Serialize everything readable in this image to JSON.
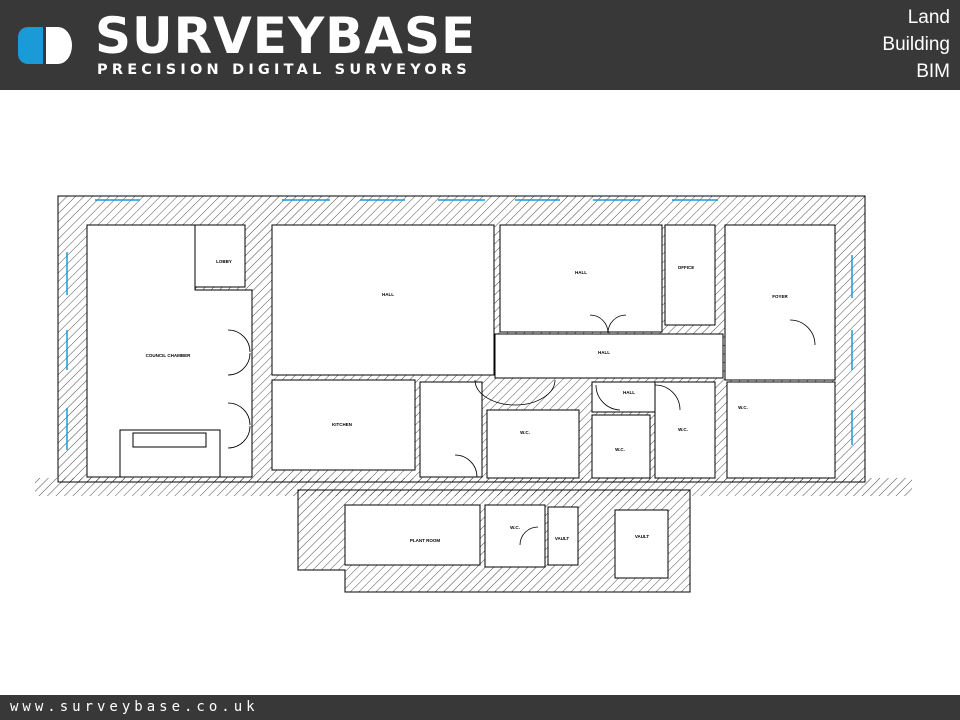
{
  "header": {
    "brand": "SURVEYBASE",
    "tagline": "PRECISION DIGITAL SURVEYORS",
    "services": [
      "Land",
      "Building",
      "BIM"
    ],
    "logo_colors": {
      "left": "#1a9ad6",
      "right": "#ffffff"
    }
  },
  "plan": {
    "rooms": [
      "COUNCIL CHAMBER",
      "LOBBY",
      "HALL",
      "HALL",
      "OFFICE",
      "FOYER",
      "HALL",
      "KITCHEN",
      "W.C.",
      "HALL",
      "W.C.",
      "W.C.",
      "W.C.",
      "PLANT ROOM",
      "W.C.",
      "VAULT",
      "VAULT"
    ]
  },
  "footer": {
    "url": "www.surveybase.co.uk"
  }
}
